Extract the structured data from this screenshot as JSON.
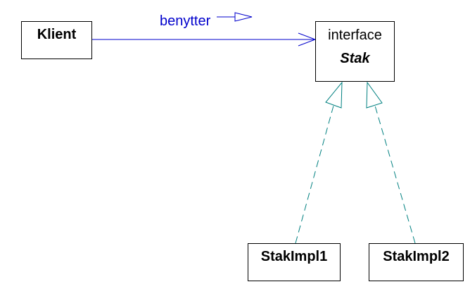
{
  "diagram_type": "UML class diagram",
  "classes": {
    "klient": {
      "name": "Klient"
    },
    "stak": {
      "stereotype": "interface",
      "name": "Stak"
    },
    "impl1": {
      "name": "StakImpl1"
    },
    "impl2": {
      "name": "StakImpl2"
    }
  },
  "association": {
    "label": "benytter",
    "color": "#0000cc"
  },
  "realization": {
    "color": "#008080"
  }
}
